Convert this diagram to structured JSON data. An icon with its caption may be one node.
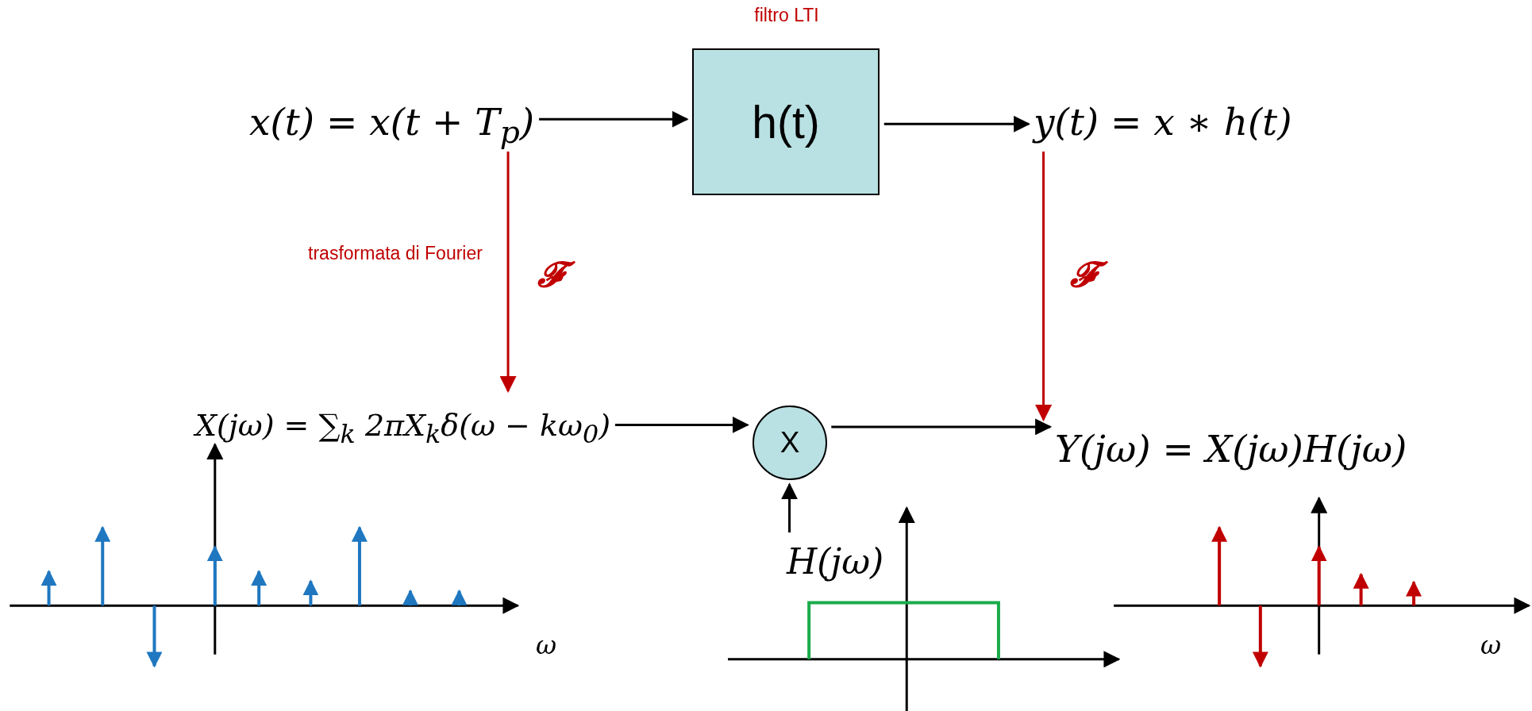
{
  "diagram": {
    "nodes": [
      {
        "text": [
          "x(t) = x(t + T$_{p}$)"
        ]
      },
      {
        "text": [
          "filtro LTI",
          "h(t)"
        ]
      },
      {
        "text": [
          "y(t) = x ∗ h(t)"
        ]
      },
      {
        "text": [
          "X(jω) = ∑$_{k}$ 2πX$_{k}$δ(ω − kω$_{0}$)"
        ]
      },
      {
        "text": [
          "X"
        ]
      },
      {
        "text": [
          "Y(jω) = X(jω)H(jω)"
        ]
      },
      {
        "text": [
          "H(jω)"
        ]
      }
    ],
    "edges": [
      {
        "from": 0,
        "to": 1,
        "arrow": "to"
      },
      {
        "from": 1,
        "to": 2,
        "arrow": "to"
      },
      {
        "from": 0,
        "to": 3,
        "arrow": "to",
        "label": "𝓕",
        "color": "#c00000"
      },
      {
        "from": 2,
        "to": 5,
        "arrow": "to",
        "label": "𝓕",
        "color": "#c00000"
      },
      {
        "from": 3,
        "to": 4,
        "arrow": "to"
      },
      {
        "from": 4,
        "to": 5,
        "arrow": "to"
      },
      {
        "from": 6,
        "to": 4,
        "arrow": "to"
      }
    ],
    "labels": [
      "trasformata di Fourier",
      "ω",
      "ω"
    ]
  }
}
